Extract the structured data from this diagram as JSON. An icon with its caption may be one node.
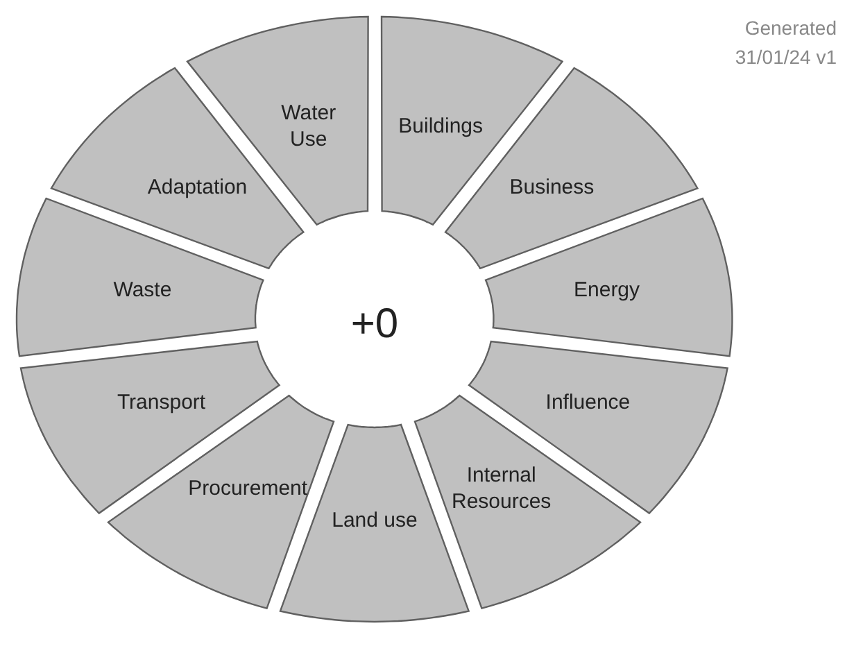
{
  "diagram": {
    "nodes": [
      {
        "text": [
          "Water Use"
        ]
      },
      {
        "text": [
          "Buildings"
        ]
      },
      {
        "text": [
          "Business"
        ]
      },
      {
        "text": [
          "Energy"
        ]
      },
      {
        "text": [
          "Influence"
        ]
      },
      {
        "text": [
          "Internal Resources"
        ]
      },
      {
        "text": [
          "Land use"
        ]
      },
      {
        "text": [
          "Procurement"
        ]
      },
      {
        "text": [
          "Transport"
        ]
      },
      {
        "text": [
          "Waste"
        ]
      },
      {
        "text": [
          "Adaptation"
        ]
      },
      {
        "text": [
          "+0"
        ]
      }
    ],
    "labels": [
      "Generated 31/01/24 v1"
    ]
  }
}
